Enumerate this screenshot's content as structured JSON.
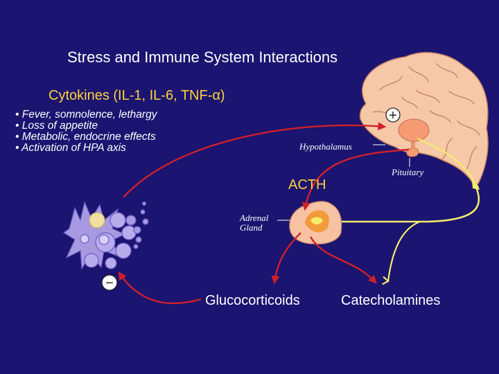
{
  "slide": {
    "title": "Stress and Immune System Interactions",
    "cytokines_heading": "Cytokines (IL-1, IL-6, TNF-α)",
    "effects": [
      "• Fever, somnolence, lethargy",
      "• Loss of appetite",
      "• Metabolic, endocrine effects",
      "• Activation of HPA axis"
    ],
    "labels": {
      "hypothalamus": "Hypothalamus",
      "pituitary": "Pituitary",
      "adrenal_line1": "Adrenal",
      "adrenal_line2": "Gland",
      "acth": "ACTH",
      "glucocorticoids": "Glucocorticoids",
      "catecholamines": "Catecholamines"
    },
    "signs": {
      "stimulate": "+",
      "inhibit": "−"
    }
  },
  "colors": {
    "background": "#1b1470",
    "heading_yellow": "#ffd23c",
    "arrow_red": "#d0202a",
    "nerve_yellow": "#f4ee6a",
    "brain": "#f6c8a8",
    "hypothalamus": "#f59a72",
    "immune_cells": "#a79ae0"
  },
  "icons": [
    "brain-illustration",
    "adrenal-gland-illustration",
    "immune-cells-illustration"
  ]
}
